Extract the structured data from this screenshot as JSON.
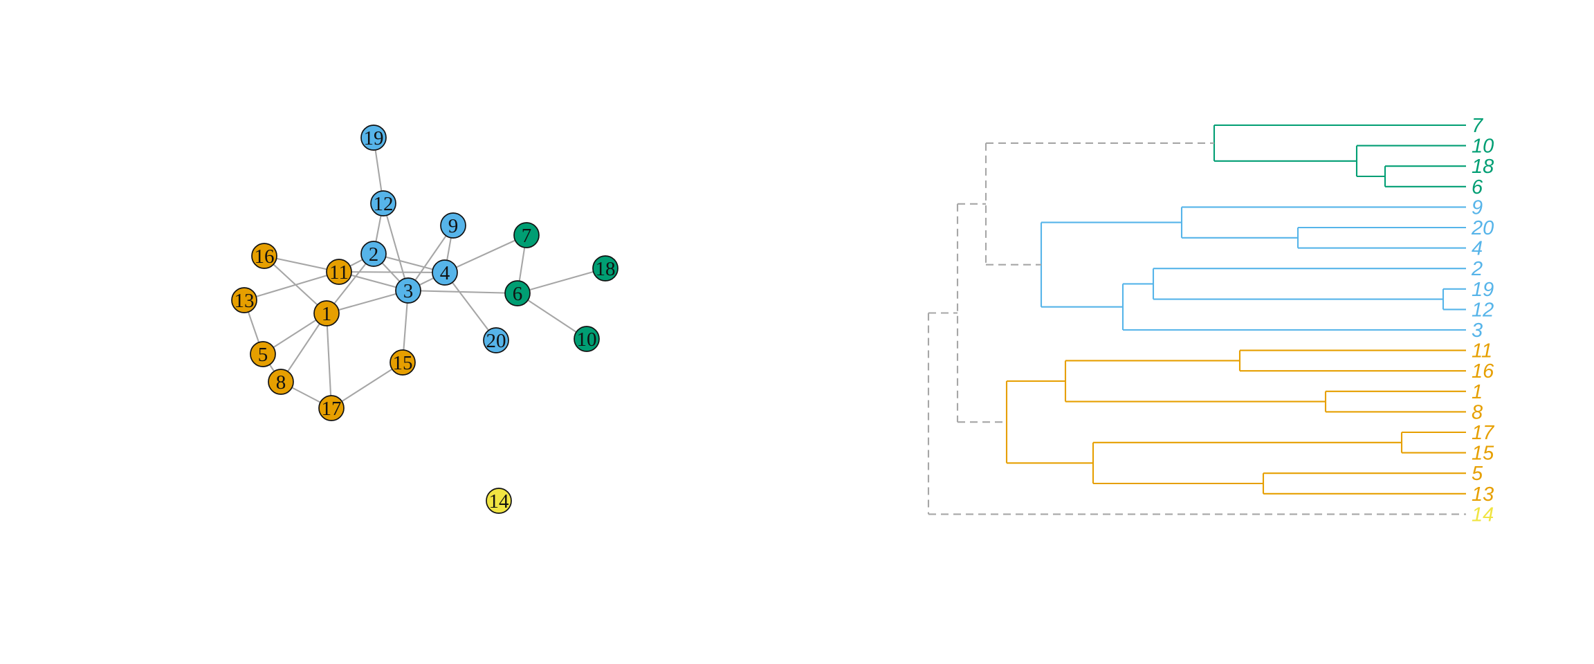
{
  "colors": {
    "group_green": "#009e73",
    "group_blue": "#56b4e9",
    "group_orange": "#e69f00",
    "group_yellow": "#f0e442",
    "edge": "#a6a6a6",
    "root_link": "#a6a6a6"
  },
  "network": {
    "nodes": [
      {
        "id": "1",
        "group": "orange"
      },
      {
        "id": "2",
        "group": "blue"
      },
      {
        "id": "3",
        "group": "blue"
      },
      {
        "id": "4",
        "group": "blue"
      },
      {
        "id": "5",
        "group": "orange"
      },
      {
        "id": "6",
        "group": "green"
      },
      {
        "id": "7",
        "group": "green"
      },
      {
        "id": "8",
        "group": "orange"
      },
      {
        "id": "9",
        "group": "blue"
      },
      {
        "id": "10",
        "group": "green"
      },
      {
        "id": "11",
        "group": "orange"
      },
      {
        "id": "12",
        "group": "blue"
      },
      {
        "id": "13",
        "group": "orange"
      },
      {
        "id": "14",
        "group": "yellow"
      },
      {
        "id": "15",
        "group": "orange"
      },
      {
        "id": "16",
        "group": "orange"
      },
      {
        "id": "17",
        "group": "orange"
      },
      {
        "id": "18",
        "group": "green"
      },
      {
        "id": "19",
        "group": "blue"
      },
      {
        "id": "20",
        "group": "blue"
      }
    ],
    "edges": [
      [
        "19",
        "12"
      ],
      [
        "12",
        "2"
      ],
      [
        "12",
        "3"
      ],
      [
        "2",
        "1"
      ],
      [
        "2",
        "3"
      ],
      [
        "2",
        "4"
      ],
      [
        "9",
        "4"
      ],
      [
        "9",
        "3"
      ],
      [
        "11",
        "2"
      ],
      [
        "11",
        "3"
      ],
      [
        "11",
        "4"
      ],
      [
        "16",
        "11"
      ],
      [
        "16",
        "1"
      ],
      [
        "13",
        "11"
      ],
      [
        "13",
        "5"
      ],
      [
        "1",
        "3"
      ],
      [
        "1",
        "5"
      ],
      [
        "1",
        "8"
      ],
      [
        "1",
        "17"
      ],
      [
        "5",
        "8"
      ],
      [
        "8",
        "17"
      ],
      [
        "17",
        "15"
      ],
      [
        "15",
        "3"
      ],
      [
        "3",
        "4"
      ],
      [
        "3",
        "6"
      ],
      [
        "4",
        "20"
      ],
      [
        "4",
        "7"
      ],
      [
        "6",
        "7"
      ],
      [
        "6",
        "18"
      ],
      [
        "6",
        "10"
      ]
    ]
  },
  "dendrogram": {
    "leaves": [
      {
        "label": "7",
        "group": "green"
      },
      {
        "label": "10",
        "group": "green"
      },
      {
        "label": "18",
        "group": "green"
      },
      {
        "label": "6",
        "group": "green"
      },
      {
        "label": "9",
        "group": "blue"
      },
      {
        "label": "20",
        "group": "blue"
      },
      {
        "label": "4",
        "group": "blue"
      },
      {
        "label": "2",
        "group": "blue"
      },
      {
        "label": "19",
        "group": "blue"
      },
      {
        "label": "12",
        "group": "blue"
      },
      {
        "label": "3",
        "group": "blue"
      },
      {
        "label": "11",
        "group": "orange"
      },
      {
        "label": "16",
        "group": "orange"
      },
      {
        "label": "1",
        "group": "orange"
      },
      {
        "label": "8",
        "group": "orange"
      },
      {
        "label": "17",
        "group": "orange"
      },
      {
        "label": "15",
        "group": "orange"
      },
      {
        "label": "5",
        "group": "orange"
      },
      {
        "label": "13",
        "group": "orange"
      },
      {
        "label": "14",
        "group": "yellow"
      }
    ],
    "tree": {
      "kind": "root",
      "children": [
        {
          "kind": "root",
          "children": [
            {
              "kind": "root",
              "children": [
                {
                  "group": "green",
                  "children": [
                    {
                      "leaf": "7"
                    },
                    {
                      "group": "green",
                      "children": [
                        {
                          "leaf": "10"
                        },
                        {
                          "group": "green",
                          "children": [
                            {
                              "leaf": "18"
                            },
                            {
                              "leaf": "6"
                            }
                          ]
                        }
                      ]
                    }
                  ]
                },
                {
                  "group": "blue",
                  "children": [
                    {
                      "group": "blue",
                      "children": [
                        {
                          "leaf": "9"
                        },
                        {
                          "group": "blue",
                          "children": [
                            {
                              "leaf": "20"
                            },
                            {
                              "leaf": "4"
                            }
                          ]
                        }
                      ]
                    },
                    {
                      "group": "blue",
                      "children": [
                        {
                          "group": "blue",
                          "children": [
                            {
                              "leaf": "2"
                            },
                            {
                              "group": "blue",
                              "children": [
                                {
                                  "leaf": "19"
                                },
                                {
                                  "leaf": "12"
                                }
                              ]
                            }
                          ]
                        },
                        {
                          "leaf": "3"
                        }
                      ]
                    }
                  ]
                }
              ]
            },
            {
              "group": "orange",
              "children": [
                {
                  "group": "orange",
                  "children": [
                    {
                      "group": "orange",
                      "children": [
                        {
                          "leaf": "11"
                        },
                        {
                          "leaf": "16"
                        }
                      ]
                    },
                    {
                      "group": "orange",
                      "children": [
                        {
                          "leaf": "1"
                        },
                        {
                          "leaf": "8"
                        }
                      ]
                    }
                  ]
                },
                {
                  "group": "orange",
                  "children": [
                    {
                      "group": "orange",
                      "children": [
                        {
                          "leaf": "17"
                        },
                        {
                          "leaf": "15"
                        }
                      ]
                    },
                    {
                      "group": "orange",
                      "children": [
                        {
                          "leaf": "5"
                        },
                        {
                          "leaf": "13"
                        }
                      ]
                    }
                  ]
                }
              ]
            }
          ]
        },
        {
          "leaf": "14"
        }
      ]
    }
  }
}
